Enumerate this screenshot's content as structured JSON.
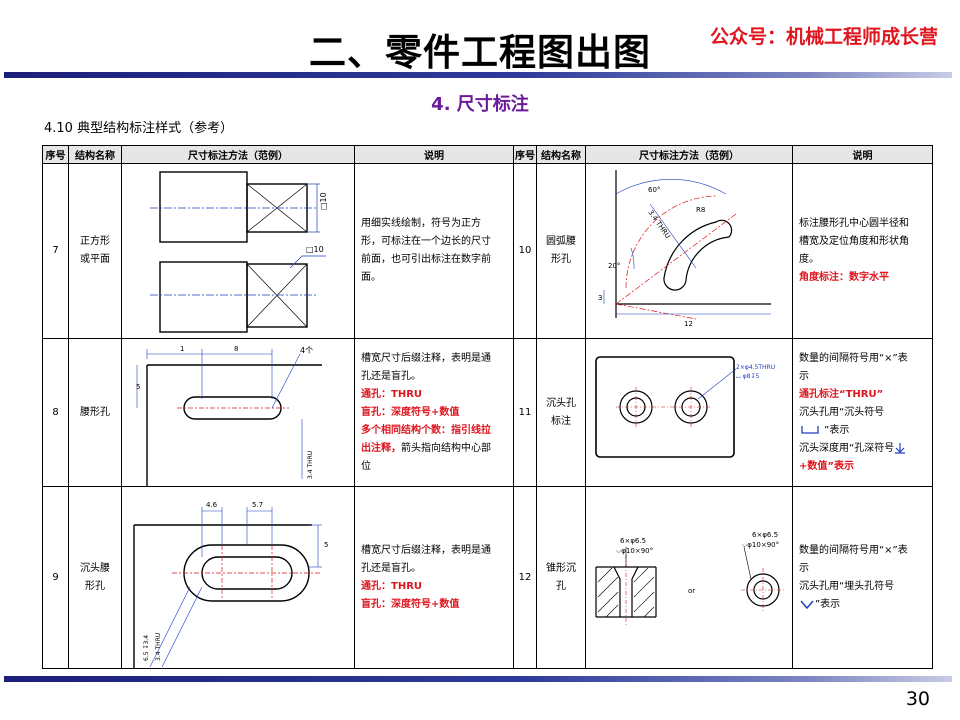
{
  "header": {
    "title": "二、零件工程图出图",
    "brand": "公众号：机械工程师成长营"
  },
  "subtitle": "4. 尺寸标注",
  "section": "4.10 典型结构标注样式（参考）",
  "table": {
    "headers": [
      "序号",
      "结构名称",
      "尺寸标注方法（范例）",
      "说明",
      "序号",
      "结构名称",
      "尺寸标注方法（范例）",
      "说明"
    ],
    "rows": [
      {
        "left": {
          "no": "7",
          "name": [
            "正方形",
            "或平面"
          ],
          "desc": [
            {
              "t": "用细实线绘制，符号为正方",
              "r": false
            },
            {
              "t": "形，可标注在一个边长的尺寸",
              "r": false
            },
            {
              "t": "前面，也可引出标注在数字前",
              "r": false
            },
            {
              "t": "面。",
              "r": false
            }
          ],
          "labels": {
            "sq1": "□10",
            "sq2": "□10"
          }
        },
        "right": {
          "no": "10",
          "name": [
            "圆弧腰",
            "形孔"
          ],
          "desc": [
            {
              "t": "标注腰形孔中心圆半径和",
              "r": false
            },
            {
              "t": "槽宽及定位角度和形状角",
              "r": false
            },
            {
              "t": "度。",
              "r": false
            },
            {
              "t": "角度标注：数字水平",
              "r": true
            }
          ],
          "labels": {
            "a60": "60°",
            "r8": "R8",
            "r34": "3.4 THRU",
            "a20": "20°",
            "d3": "3",
            "d12": "12"
          }
        }
      },
      {
        "left": {
          "no": "8",
          "name": [
            "腰形孔"
          ],
          "desc": [
            {
              "t": "槽宽尺寸后缀注释，表明是通",
              "r": false
            },
            {
              "t": "孔还是盲孔。",
              "r": false
            },
            {
              "t": "通孔：THRU",
              "r": true
            },
            {
              "t": "盲孔：深度符号+数值",
              "r": true
            },
            {
              "t": "多个相同结构个数：指引线拉",
              "r": true
            },
            {
              "t": "出注释，",
              "r": true
            },
            {
              "t": "箭头指向结构中心部",
              "r": false
            },
            {
              "t": "位",
              "r": false
            }
          ],
          "labels": {
            "d1": "1",
            "d8": "8",
            "n4": "4个",
            "d5": "5",
            "thru": "3.4 THRU"
          }
        },
        "right": {
          "no": "11",
          "name": [
            "沉头孔",
            "标注"
          ],
          "desc": [
            {
              "t": "数量的间隔符号用“×”表",
              "r": false
            },
            {
              "t": "示",
              "r": false
            },
            {
              "t": "通孔标注“THRU”",
              "r": true
            },
            {
              "t": "沉头孔用“沉头符号",
              "r": false
            },
            {
              "t": "      ”表示",
              "r": false
            },
            {
              "t": "沉头深度用“孔深符号",
              "r": false
            },
            {
              "t": "+数值”表示",
              "r": false
            }
          ],
          "labels": {
            "c1": "2×φ4.5THRU",
            "c2": "⌴ φ8↧5"
          }
        }
      },
      {
        "left": {
          "no": "9",
          "name": [
            "沉头腰",
            "形孔"
          ],
          "desc": [
            {
              "t": "槽宽尺寸后缀注释，表明是通",
              "r": false
            },
            {
              "t": "孔还是盲孔。",
              "r": false
            },
            {
              "t": "通孔：THRU",
              "r": true
            },
            {
              "t": "盲孔：深度符号+数值",
              "r": true
            }
          ],
          "labels": {
            "d46": "4.6",
            "d57": "5.7",
            "d5": "5",
            "v1": "6.5 ↧3.4",
            "v2": "3.4 THRU"
          }
        },
        "right": {
          "no": "12",
          "name": [
            "锥形沉",
            "孔"
          ],
          "desc": [
            {
              "t": "数量的间隔符号用“×”表",
              "r": false
            },
            {
              "t": "示",
              "r": false
            },
            {
              "t": "沉头孔用“埋头孔符号",
              "r": false
            },
            {
              "t": "”表示",
              "r": false
            }
          ],
          "labels": {
            "k1": "6×φ6.5",
            "k2": "⌵φ10×90°",
            "or": "or",
            "k3": "6×φ6.5",
            "k4": "⌵φ10×90°"
          }
        }
      }
    ]
  },
  "page_number": "30",
  "colors": {
    "accent": "#e0151e",
    "subtitle": "#6a1b9a",
    "bar": "#1c1f7a",
    "dim": "#1f3fbf"
  }
}
